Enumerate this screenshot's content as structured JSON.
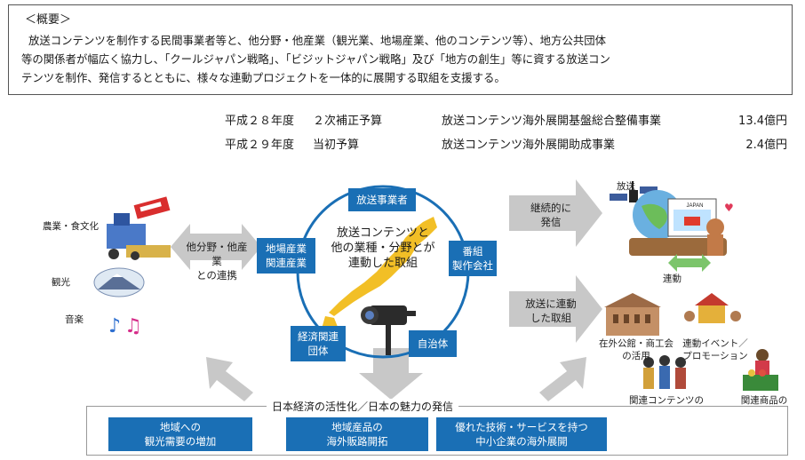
{
  "summary": {
    "title": "＜概要＞",
    "line1": "放送コンテンツを制作する民間事業者等と、他分野・他産業（観光業、地場産業、他のコンテンツ等）、地方公共団体",
    "line2": "等の関係者が幅広く協力し、「クールジャパン戦略」、「ビジットジャパン戦略」及び「地方の創生」等に資する放送コン",
    "line3": "テンツを制作、発信するとともに、様々な連動プロジェクトを一体的に展開する取組を支援する。"
  },
  "budget": [
    {
      "year": "平成２８年度",
      "type": "２次補正予算",
      "project": "放送コンテンツ海外展開基盤総合整備事業",
      "amount": "13.4億円"
    },
    {
      "year": "平成２９年度",
      "type": "当初予算",
      "project": "放送コンテンツ海外展開助成事業",
      "amount": "2.4億円"
    }
  ],
  "left": {
    "items": [
      "農業・食文化",
      "観光",
      "音楽"
    ],
    "arrow_label": "他分野・他産業\nとの連携"
  },
  "center": {
    "title": "放送コンテンツと\n他の業種・分野とが\n連動した取組",
    "nodes": {
      "broadcaster": "放送事業者",
      "producer": "番組\n製作会社",
      "local_gov": "自治体",
      "economic": "経済関連\n団体",
      "local_industry": "地場産業\n関連産業"
    }
  },
  "right": {
    "arrow1": "継続的に\n発信",
    "arrow2": "放送に連動\nした取組",
    "broadcast_label": "放送",
    "tv_text": "JAPAN",
    "link_label": "連動",
    "embassy": "在外公館・商工会\nの活用",
    "event": "連動イベント／\nプロモーション",
    "content": "関連コンテンツの\n展開",
    "goods": "関連商品の\n販売"
  },
  "bottom": {
    "title": "日本経済の活性化／日本の魅力の発信",
    "results": [
      "地域への\n観光需要の増加",
      "地域産品の\n海外販路開拓",
      "優れた技術・サービスを持つ\n中小企業の海外展開"
    ]
  },
  "colors": {
    "accent_blue": "#1a6fb5",
    "arrow_gray": "#c8c8c8",
    "japan_yellow": "#f0b400",
    "link_green": "#7cc56b"
  }
}
